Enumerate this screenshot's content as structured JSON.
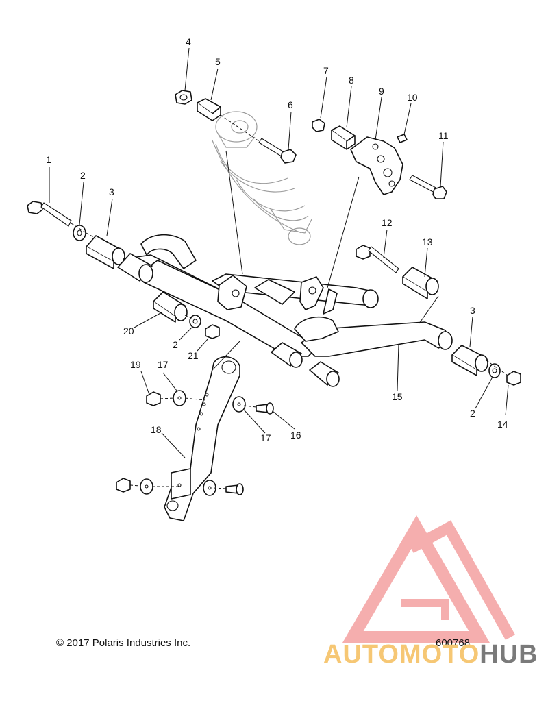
{
  "copyright": "© 2017 Polaris Industries Inc.",
  "reference_number": "600768",
  "watermark": {
    "part1": "AUTOMOTO",
    "part2": "HUB",
    "color_primary": "#f6c774",
    "color_secondary": "#7a7a7a",
    "logo_color": "#f4a0a0"
  },
  "callouts": {
    "c1": "1",
    "c2a": "2",
    "c3a": "3",
    "c4": "4",
    "c5": "5",
    "c6": "6",
    "c7": "7",
    "c8": "8",
    "c9": "9",
    "c10": "10",
    "c11": "11",
    "c12": "12",
    "c13": "13",
    "c20": "20",
    "c2b": "2",
    "c21": "21",
    "c3b": "3",
    "c2c": "2",
    "c14": "14",
    "c15": "15",
    "c19": "19",
    "c17a": "17",
    "c17b": "17",
    "c16": "16",
    "c18": "18"
  }
}
